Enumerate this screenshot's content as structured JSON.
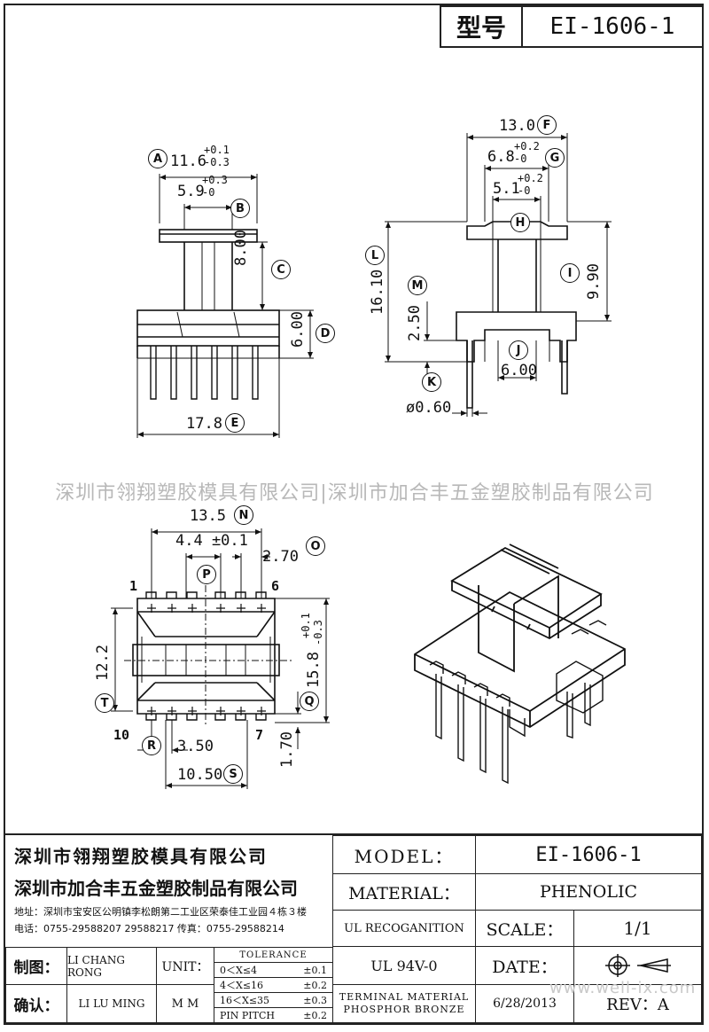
{
  "header": {
    "model_cn_label": "型号",
    "model_value": "EI-1606-1"
  },
  "watermark": "深圳市翎翔塑胶模具有限公司|深圳市加合丰五金塑胶制品有限公司",
  "website": "www.well-ix.com",
  "drawing": {
    "side_view": {
      "dims": {
        "a": "11.6",
        "a_tol_up": "+0.1",
        "a_tol_dn": "-0.3",
        "b": "5.9",
        "b_tol_up": "+0.3",
        "b_tol_dn": "-0",
        "c": "8.00",
        "d": "6.00",
        "e": "17.8"
      },
      "markers": {
        "a": "A",
        "b": "B",
        "c": "C",
        "d": "D",
        "e": "E"
      }
    },
    "front_view": {
      "dims": {
        "f": "13.0",
        "g": "6.8",
        "g_tol_up": "+0.2",
        "g_tol_dn": "-0",
        "h": "5.1",
        "h_tol_up": "+0.2",
        "h_tol_dn": "-0",
        "i": "9.90",
        "j": "6.00",
        "k": "ø0.60",
        "l": "16.10",
        "m": "2.50"
      },
      "markers": {
        "f": "F",
        "g": "G",
        "h": "H",
        "i": "I",
        "j": "J",
        "k": "K",
        "l": "L",
        "m": "M"
      }
    },
    "bottom_view": {
      "dims": {
        "n": "13.5",
        "p": "4.4 ±0.1",
        "o": "2.70",
        "t": "12.2",
        "q": "15.8",
        "q_tol_up": "+0.1",
        "q_tol_dn": "-0.3",
        "r": "3.50",
        "s": "10.50",
        "v": "1.70"
      },
      "markers": {
        "n": "N",
        "o": "O",
        "p": "P",
        "q": "Q",
        "r": "R",
        "s": "S",
        "t": "T"
      },
      "pins": {
        "p1": "1",
        "p6": "6",
        "p10": "10",
        "p7": "7"
      }
    }
  },
  "title_block": {
    "company1": "深圳市翎翔塑胶模具有限公司",
    "company2": "深圳市加合丰五金塑胶制品有限公司",
    "address": "地址：深圳市宝安区公明镇李松朗第二工业区荣泰佳工业园４栋３楼",
    "phone": "电话：0755-29588207  29588217      传真：0755-29588214",
    "model_label": "MODEL：",
    "model_value": "EI-1606-1",
    "material_label": "MATERIAL：",
    "material_value": "PHENOLIC",
    "ul_label": "UL RECOGANITION",
    "ul_value": "UL 94V-0",
    "scale_label": "SCALE：",
    "scale_value": "1/1",
    "date_label": "DATE：",
    "date_value": "6/28/2013",
    "terminal_label1": "TERMINAL MATERIAL",
    "terminal_label2": "PHOSPHOR  BRONZE",
    "rev_label": "REV：A",
    "drawn_label": "制图：",
    "drawn_by": "LI CHANG RONG",
    "check_label": "确认：",
    "check_by": "LI LU MING",
    "unit_label": "UNIT：",
    "unit_value": "M M",
    "tolerance_title": "TOLERANCE",
    "tol_rows": [
      {
        "range": "0＜X≤4",
        "tol": "±0.1"
      },
      {
        "range": "4＜X≤16",
        "tol": "±0.2"
      },
      {
        "range": "16＜X≤35",
        "tol": "±0.3"
      },
      {
        "range": "PIN PITCH",
        "tol": "±0.2"
      }
    ]
  }
}
